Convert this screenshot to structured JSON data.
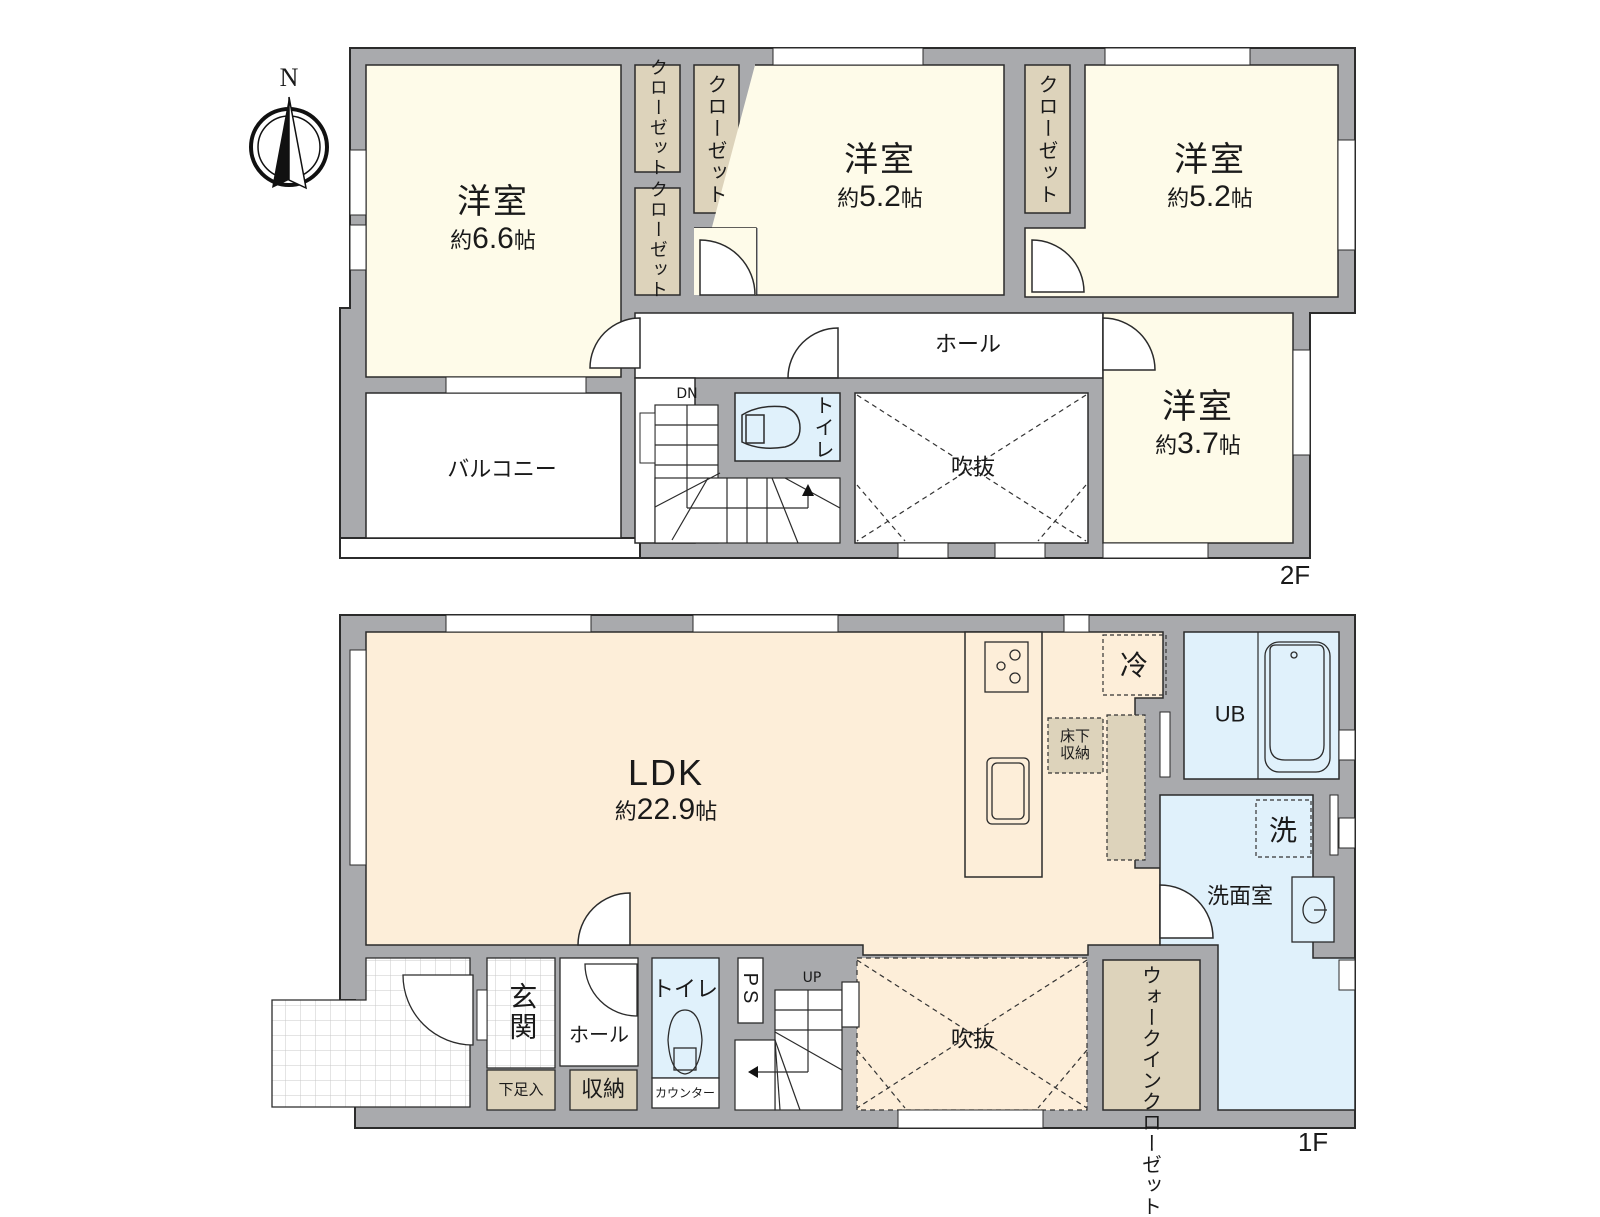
{
  "compass": {
    "label": "N",
    "icon": "north-arrow-icon"
  },
  "floors": {
    "second": {
      "tag": "2F",
      "rooms": [
        {
          "id": "western-1",
          "name": "洋室",
          "size_prefix": "約",
          "size": "6.6",
          "size_unit": "帖"
        },
        {
          "id": "western-2",
          "name": "洋室",
          "size_prefix": "約",
          "size": "5.2",
          "size_unit": "帖"
        },
        {
          "id": "western-3",
          "name": "洋室",
          "size_prefix": "約",
          "size": "5.2",
          "size_unit": "帖"
        },
        {
          "id": "western-4",
          "name": "洋室",
          "size_prefix": "約",
          "size": "3.7",
          "size_unit": "帖"
        }
      ],
      "closets": [
        "クローゼット",
        "クローゼット",
        "クローゼット",
        "クローゼット"
      ],
      "hall": "ホール",
      "balcony": "バルコニー",
      "toilet": "トイレ",
      "void": "吹抜",
      "stairs_label": "DN"
    },
    "first": {
      "tag": "1F",
      "ldk": {
        "name": "LDK",
        "size_prefix": "約",
        "size": "22.9",
        "size_unit": "帖"
      },
      "fridge": "冷",
      "underfloor_storage": "床下収納",
      "bath": "UB",
      "washer": "洗",
      "washroom": "洗面室",
      "walk_in_closet": "ウォークインクローゼット",
      "void": "吹抜",
      "stairs_label": "UP",
      "pipe_space": "PS",
      "toilet": "トイレ",
      "counter": "カウンター",
      "hall": "ホール",
      "storage": "収納",
      "entrance": "玄関",
      "shoe_storage": "下足入"
    }
  },
  "colors": {
    "wall": "#a9aaad",
    "wall_stroke": "#2b2b2b",
    "bedroom": "#fefbe9",
    "ldk": "#fdeed9",
    "wet": "#e0f1fb",
    "closet": "#ddd3bb",
    "tile": "#ffffff"
  }
}
